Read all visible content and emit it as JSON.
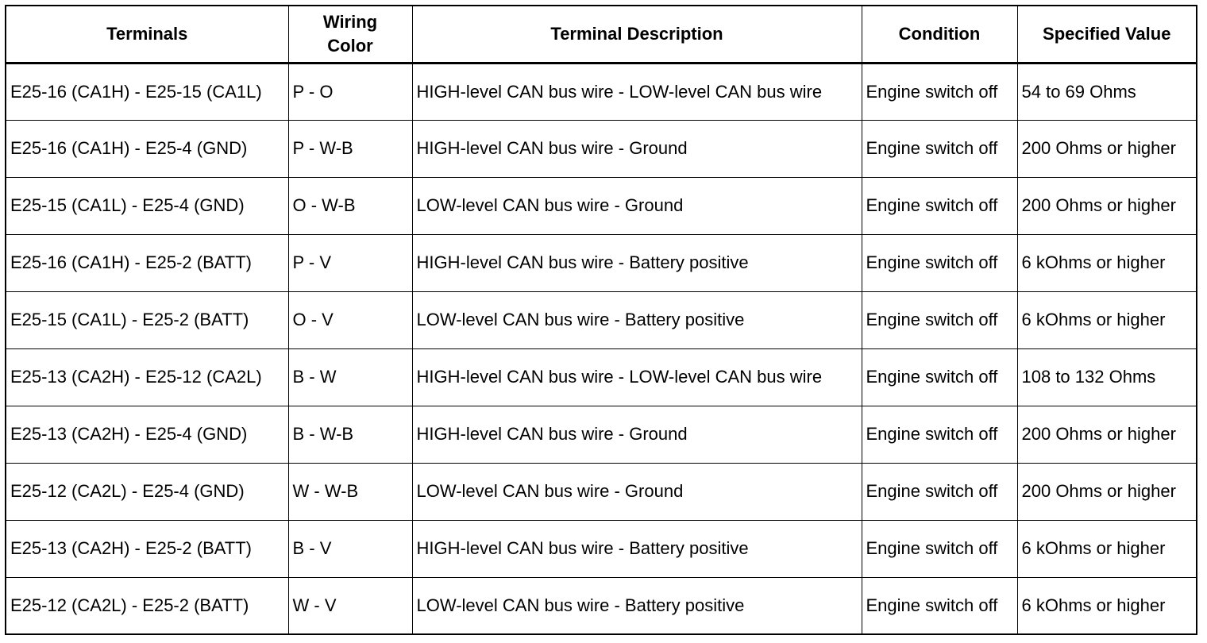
{
  "headers": {
    "terminals": "Terminals",
    "wiring_color_line1": "Wiring",
    "wiring_color_line2": "Color",
    "terminal_description": "Terminal Description",
    "condition": "Condition",
    "specified_value": "Specified Value"
  },
  "rows": [
    {
      "terminals": "E25-16 (CA1H) - E25-15 (CA1L)",
      "wiring": "P - O",
      "description": "HIGH-level CAN bus wire - LOW-level CAN bus wire",
      "condition": "Engine switch off",
      "value": "54 to 69 Ohms"
    },
    {
      "terminals": "E25-16 (CA1H) - E25-4 (GND)",
      "wiring": "P - W-B",
      "description": "HIGH-level CAN bus wire - Ground",
      "condition": "Engine switch off",
      "value": "200 Ohms or higher"
    },
    {
      "terminals": "E25-15 (CA1L) - E25-4 (GND)",
      "wiring": "O - W-B",
      "description": "LOW-level CAN bus wire - Ground",
      "condition": "Engine switch off",
      "value": "200 Ohms or higher"
    },
    {
      "terminals": "E25-16 (CA1H) - E25-2 (BATT)",
      "wiring": "P - V",
      "description": "HIGH-level CAN bus wire - Battery positive",
      "condition": "Engine switch off",
      "value": "6 kOhms or higher"
    },
    {
      "terminals": "E25-15 (CA1L) - E25-2 (BATT)",
      "wiring": "O - V",
      "description": "LOW-level CAN bus wire - Battery positive",
      "condition": "Engine switch off",
      "value": "6 kOhms or higher"
    },
    {
      "terminals": "E25-13 (CA2H) - E25-12 (CA2L)",
      "wiring": "B - W",
      "description": "HIGH-level CAN bus wire - LOW-level CAN bus wire",
      "condition": "Engine switch off",
      "value": "108 to 132 Ohms"
    },
    {
      "terminals": "E25-13 (CA2H) - E25-4 (GND)",
      "wiring": "B - W-B",
      "description": "HIGH-level CAN bus wire - Ground",
      "condition": "Engine switch off",
      "value": "200 Ohms or higher"
    },
    {
      "terminals": "E25-12 (CA2L) - E25-4 (GND)",
      "wiring": "W - W-B",
      "description": "LOW-level CAN bus wire - Ground",
      "condition": "Engine switch off",
      "value": "200 Ohms or higher"
    },
    {
      "terminals": "E25-13 (CA2H) - E25-2 (BATT)",
      "wiring": "B - V",
      "description": "HIGH-level CAN bus wire - Battery positive",
      "condition": "Engine switch off",
      "value": "6 kOhms or higher"
    },
    {
      "terminals": "E25-12 (CA2L) - E25-2 (BATT)",
      "wiring": "W - V",
      "description": "LOW-level CAN bus wire - Battery positive",
      "condition": "Engine switch off",
      "value": "6 kOhms or higher"
    }
  ]
}
